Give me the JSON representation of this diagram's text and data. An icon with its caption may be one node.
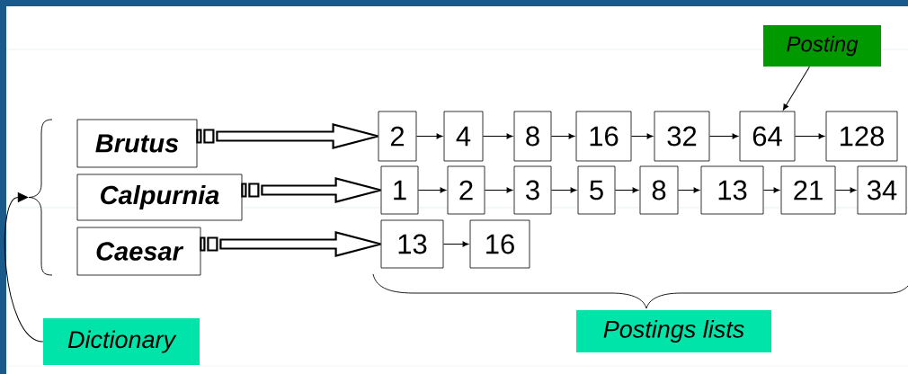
{
  "diagram": {
    "nodes": [
      {
        "text": [
          "Posting"
        ]
      },
      {
        "text": [
          "Brutus"
        ]
      },
      {
        "text": [
          "2"
        ]
      },
      {
        "text": [
          "4"
        ]
      },
      {
        "text": [
          "8"
        ]
      },
      {
        "text": [
          "16"
        ]
      },
      {
        "text": [
          "32"
        ]
      },
      {
        "text": [
          "64"
        ]
      },
      {
        "text": [
          "128"
        ]
      },
      {
        "text": [
          "Calpurnia"
        ]
      },
      {
        "text": [
          "1"
        ]
      },
      {
        "text": [
          "2"
        ]
      },
      {
        "text": [
          "3"
        ]
      },
      {
        "text": [
          "5"
        ]
      },
      {
        "text": [
          "8"
        ]
      },
      {
        "text": [
          "13"
        ]
      },
      {
        "text": [
          "21"
        ]
      },
      {
        "text": [
          "34"
        ]
      },
      {
        "text": [
          "Caesar"
        ]
      },
      {
        "text": [
          "13"
        ]
      },
      {
        "text": [
          "16"
        ]
      },
      {
        "text": [
          "Postings lists"
        ]
      },
      {
        "text": [
          "Dictionary"
        ]
      },
      {
        "text": [],
        "shape": "brace"
      }
    ],
    "edges": [
      {
        "from": 1,
        "to": 2,
        "arrow": "to",
        "style": "thick"
      },
      {
        "from": 2,
        "to": 3,
        "arrow": "to"
      },
      {
        "from": 3,
        "to": 4,
        "arrow": "to"
      },
      {
        "from": 4,
        "to": 5,
        "arrow": "to"
      },
      {
        "from": 5,
        "to": 6,
        "arrow": "to"
      },
      {
        "from": 6,
        "to": 7,
        "arrow": "to"
      },
      {
        "from": 7,
        "to": 8,
        "arrow": "to"
      },
      {
        "from": 9,
        "to": 10,
        "arrow": "to",
        "style": "thick"
      },
      {
        "from": 10,
        "to": 11,
        "arrow": "to"
      },
      {
        "from": 11,
        "to": 12,
        "arrow": "to"
      },
      {
        "from": 12,
        "to": 13,
        "arrow": "to"
      },
      {
        "from": 13,
        "to": 14,
        "arrow": "to"
      },
      {
        "from": 14,
        "to": 15,
        "arrow": "to"
      },
      {
        "from": 15,
        "to": 16,
        "arrow": "to"
      },
      {
        "from": 16,
        "to": 17,
        "arrow": "to"
      },
      {
        "from": 18,
        "to": 19,
        "arrow": "to",
        "style": "thick"
      },
      {
        "from": 19,
        "to": 20,
        "arrow": "to"
      },
      {
        "from": 0,
        "to": 7,
        "arrow": "to"
      },
      {
        "from": 22,
        "to": 23,
        "arrow": "to"
      }
    ]
  }
}
